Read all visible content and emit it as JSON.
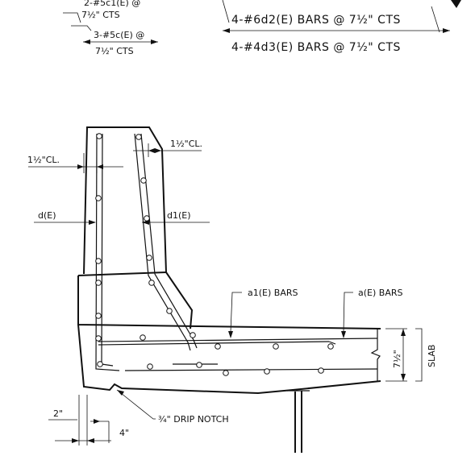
{
  "notes": {
    "top_left_1": "2-#5c1(E) @",
    "top_left_1b": "7½\" CTS",
    "top_left_2": "3-#5c(E) @",
    "top_left_2b": "7½\" CTS",
    "top_right_1": "4-#6d2(E) BARS @ 7½\" CTS",
    "top_right_2": "4-#4d3(E) BARS @ 7½\" CTS"
  },
  "labels": {
    "clear_left": "1½\"CL.",
    "clear_right": "1½\"CL.",
    "d_e": "d(E)",
    "d1_e": "d1(E)",
    "a1_bars": "a1(E) BARS",
    "a_bars": "a(E) BARS",
    "slab_thk": "7½\"",
    "slab": "SLAB",
    "dim_2": "2\"",
    "dim_4": "4\"",
    "drip_notch": "¾\" DRIP NOTCH"
  }
}
